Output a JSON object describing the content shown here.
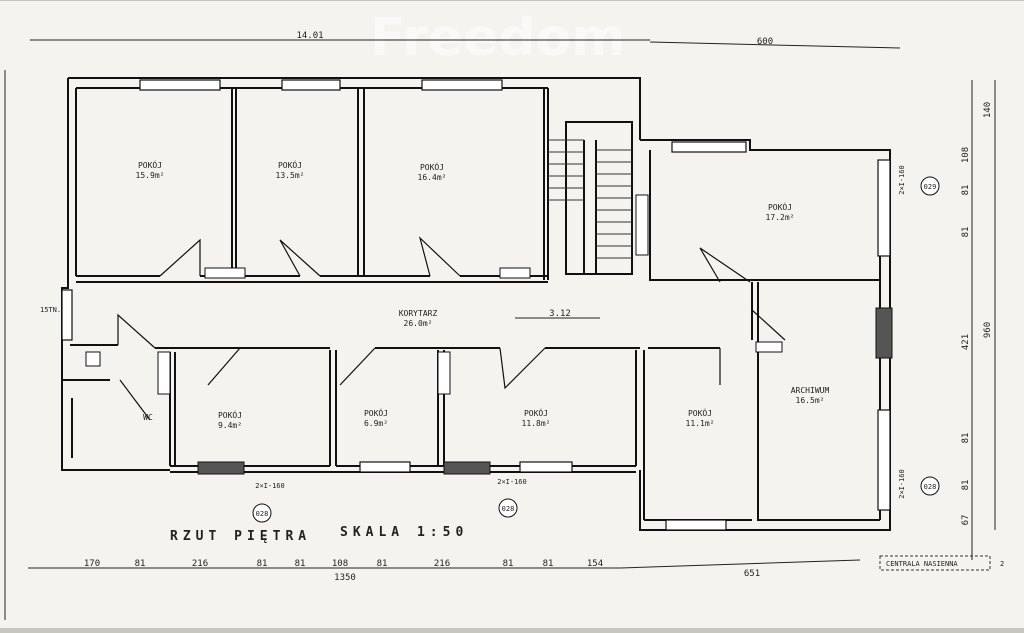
{
  "watermark": "Freedom",
  "title": {
    "plan": "RZUT PIĘTRA",
    "scale": "SKALA 1:50"
  },
  "rooms": [
    {
      "name": "POKÓJ",
      "area": "15.9m²"
    },
    {
      "name": "POKÓJ",
      "area": "13.5m²"
    },
    {
      "name": "POKÓJ",
      "area": "16.4m²"
    },
    {
      "name": "POKÓJ",
      "area": "17.2m²"
    },
    {
      "name": "KORYTARZ",
      "area": "26.0m²"
    },
    {
      "name": "POKÓJ",
      "area": "9.4m²"
    },
    {
      "name": "POKÓJ",
      "area": "6.9m²"
    },
    {
      "name": "POKÓJ",
      "area": "11.8m²"
    },
    {
      "name": "POKÓJ",
      "area": "11.1m²"
    },
    {
      "name": "ARCHIWUM",
      "area": "16.5m²"
    },
    {
      "name": "WC",
      "area": ""
    }
  ],
  "stair_height": "3.12",
  "notes": {
    "beam_a": "2×I-160",
    "beam_b": "2×I-160",
    "beam_c": "2×I-160",
    "beam_d": "2×I-160",
    "circle_028_a": "028",
    "circle_028_b": "028",
    "circle_029": "029",
    "circle_028_c": "028",
    "stn": "15TN.",
    "stamp": "CENTRALA NASIENNA"
  },
  "dims_top": [
    "14.01",
    "600"
  ],
  "dims_bottom": [
    "170",
    "81",
    "216",
    "81",
    "81",
    "108",
    "81",
    "216",
    "81",
    "81",
    "154"
  ],
  "dim_bottom_total": "1350",
  "dim_bottom_right": "651",
  "dims_right": [
    "140",
    "108",
    "81",
    "81",
    "421",
    "960",
    "81",
    "81",
    "67"
  ],
  "sheet_number": "2"
}
